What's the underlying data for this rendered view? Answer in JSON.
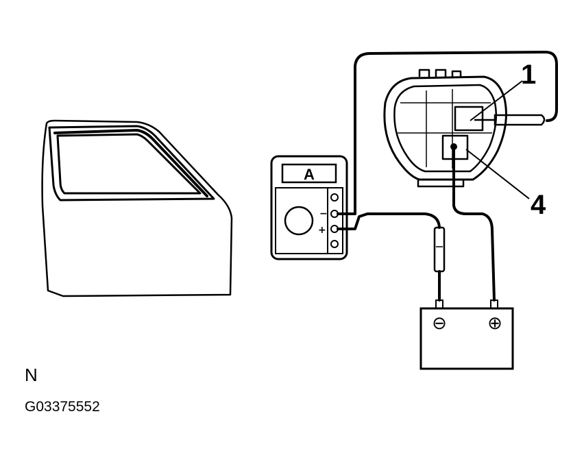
{
  "diagram": {
    "orientation_label": "N",
    "figure_id": "G03375552",
    "callouts": [
      "1",
      "4"
    ],
    "meter": {
      "display": "A",
      "terminals": [
        "−",
        "+"
      ]
    },
    "battery": {
      "negative_symbol": "⊖",
      "positive_symbol": "⊕"
    },
    "colors": {
      "line": "#000000",
      "background": "#ffffff"
    }
  }
}
